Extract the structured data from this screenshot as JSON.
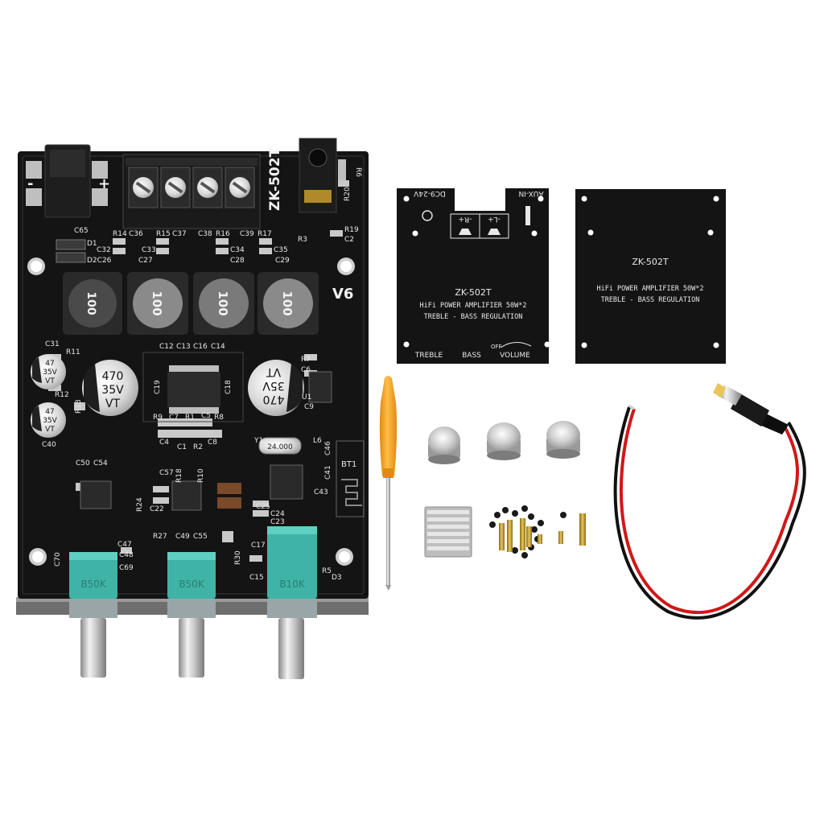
{
  "board": {
    "model": "ZK-502T",
    "version": "V6",
    "power_minus": "-",
    "power_plus": "+",
    "cap_left_top": [
      "47",
      "35V",
      "VT"
    ],
    "cap_left_bottom": [
      "47",
      "35V",
      "VT"
    ],
    "cap_big_left": [
      "470",
      "35V",
      "VT"
    ],
    "cap_big_right": [
      "VT",
      "35V",
      "470"
    ],
    "inductor_text": "100",
    "crystal": "24.000",
    "bt_label": "BT1",
    "pot_labels": [
      "B50K",
      "B50K",
      "B10K"
    ],
    "silk": {
      "r14": "R14",
      "c36": "C36",
      "r15": "R15",
      "c37": "C37",
      "c38": "C38",
      "r16": "R16",
      "c39": "C39",
      "r17": "R17",
      "c65": "C65",
      "d1": "D1",
      "c32": "C32",
      "d2c26": "D2C26",
      "c33": "C33",
      "c27": "C27",
      "c34": "C34",
      "c28": "C28",
      "c35": "C35",
      "c29": "C29",
      "r19": "R19",
      "r3": "R3",
      "c2": "C2",
      "r6": "R6",
      "r20": "R20",
      "c12": "C12",
      "c13": "C13",
      "c16": "C16",
      "c14": "C14",
      "c31": "C31",
      "r11": "R11",
      "r7": "R7",
      "c6": "C6",
      "c19": "C19",
      "c18": "C18",
      "r12": "R12",
      "r13": "R13",
      "u1": "U1",
      "c9": "C9",
      "r9": "R9",
      "c7": "C7",
      "r1": "R1",
      "c5": "C5",
      "r8": "R8",
      "c4": "C4",
      "c1": "C1",
      "r2": "R2",
      "c8": "C8",
      "c40": "C40",
      "y1": "Y1",
      "l6": "L6",
      "c50": "C50",
      "c54": "C54",
      "c57": "C57",
      "r18": "R18",
      "r10": "R10",
      "c41": "C41",
      "c46": "C46",
      "c43": "C43",
      "c22": "C22",
      "r24": "R24",
      "c25": "C25",
      "c24": "C24",
      "c23": "C23",
      "c47": "C47",
      "r27": "R27",
      "c49": "C49",
      "c55": "C55",
      "c17": "C17",
      "c70": "C70",
      "c48": "C48",
      "c69": "C69",
      "r30": "R30",
      "c15": "C15",
      "r5": "R5",
      "d3": "D3"
    }
  },
  "panel_printed": {
    "dc_label": "DC9-24V",
    "aux_label": "AUX-IN",
    "right_ch": "-R+",
    "left_ch": "-L+",
    "model": "ZK-502T",
    "line1": "HiFi POWER AMPLIFIER 50W*2",
    "line2": "TREBLE - BASS  REGULATION",
    "treble": "TREBLE",
    "bass": "BASS",
    "off": "OFF",
    "volume": "VOLUME"
  },
  "panel_plain": {
    "model": "ZK-502T",
    "line1": "HiFi POWER AMPLIFIER 50W*2",
    "line2": "TREBLE - BASS  REGULATION"
  },
  "colors": {
    "pcb": "#141414",
    "pot_body": "#3fb3a6",
    "screwdriver": "#f5a623",
    "wire_red": "#d01818",
    "wire_black": "#111111",
    "brass": "#c9a233"
  }
}
